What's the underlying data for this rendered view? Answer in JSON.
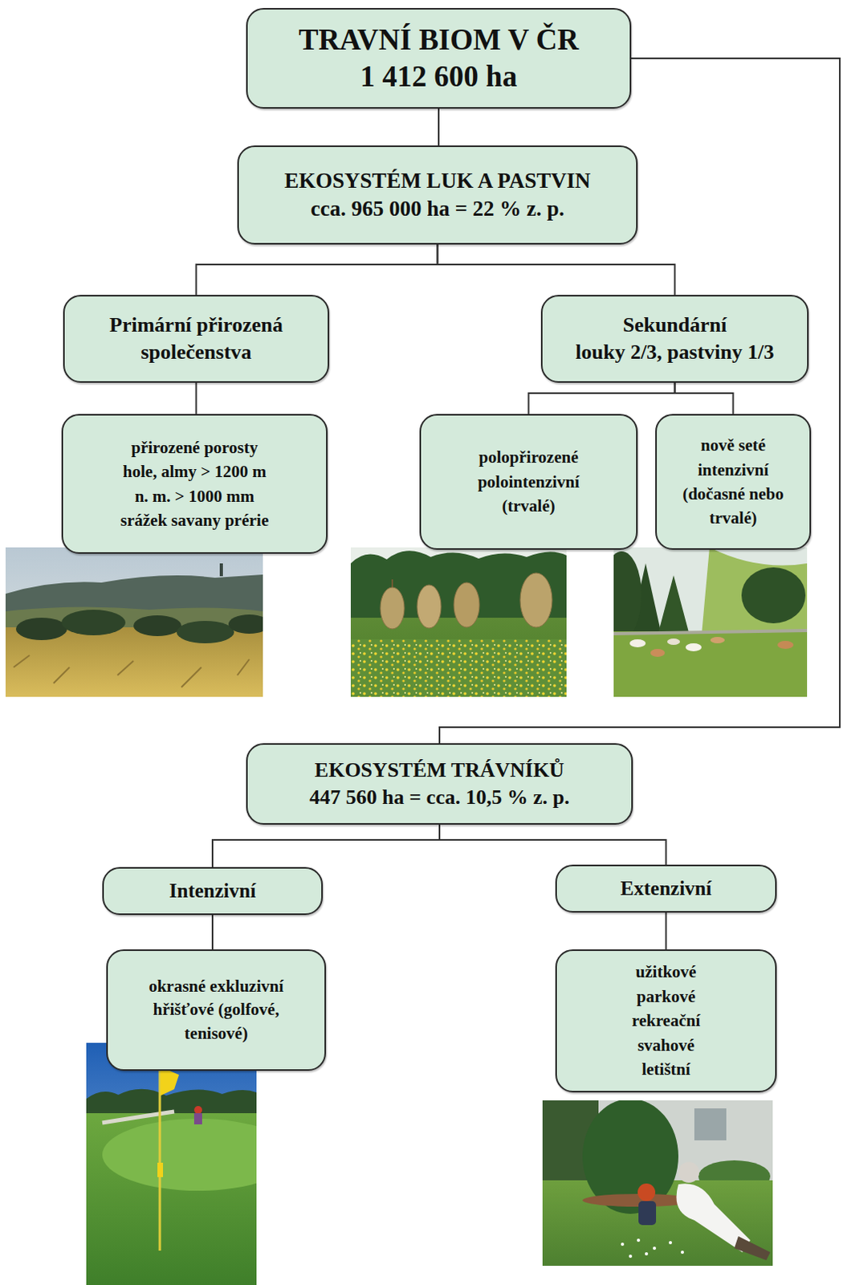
{
  "diagram": {
    "nodes": [
      {
        "text": [
          "TRAVNÍ BIOM V ČR",
          "1 412 600 ha"
        ]
      },
      {
        "text": [
          "EKOSYSTÉM LUK A PASTVIN",
          "cca. 965 000 ha = 22 % z. p."
        ]
      },
      {
        "text": [
          "Primární přirozená společenstva"
        ]
      },
      {
        "text": [
          "Sekundární",
          "louky 2/3, pastviny 1/3"
        ]
      },
      {
        "text": [
          "přirozené porosty hole, almy > 1200 m n. m. > 1000 mm srážek savany prérie"
        ]
      },
      {
        "text": [
          "polopřirozené polointenzivní (trvalé)"
        ]
      },
      {
        "text": [
          "nově seté intenzivní (dočasné nebo trvalé)"
        ]
      },
      {
        "text": [
          "EKOSYSTÉM TRÁVNÍKŮ",
          "447 560 ha = cca. 10,5 % z. p."
        ]
      },
      {
        "text": [
          "Intenzivní"
        ]
      },
      {
        "text": [
          "Extenzivní"
        ]
      },
      {
        "text": [
          "okrasné exkluzivní hřišťové (golfové, tenisové)"
        ]
      },
      {
        "text": [
          "užitkové parkové rekreační svahové letištní"
        ]
      }
    ],
    "edges": [
      {
        "from": 0,
        "to": 1,
        "arrow": "none"
      },
      {
        "from": 1,
        "to": 2,
        "arrow": "none"
      },
      {
        "from": 1,
        "to": 3,
        "arrow": "none"
      },
      {
        "from": 2,
        "to": 4,
        "arrow": "none"
      },
      {
        "from": 3,
        "to": 5,
        "arrow": "none"
      },
      {
        "from": 3,
        "to": 6,
        "arrow": "none"
      },
      {
        "from": 0,
        "to": 7,
        "arrow": "none"
      },
      {
        "from": 7,
        "to": 8,
        "arrow": "none"
      },
      {
        "from": 7,
        "to": 9,
        "arrow": "none"
      },
      {
        "from": 8,
        "to": 10,
        "arrow": "none"
      },
      {
        "from": 9,
        "to": 11,
        "arrow": "none"
      }
    ]
  }
}
